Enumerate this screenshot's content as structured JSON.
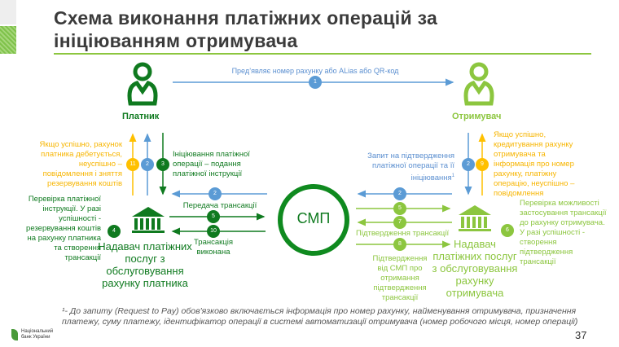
{
  "title": "Схема виконання платіжних операцій за ініціюванням отримувача",
  "actors": {
    "payer": "Платник",
    "receiver": "Отримувач",
    "smp": "СМП"
  },
  "step1": {
    "label": "Пред’являє номер рахунку або ALias або QR-код",
    "num": "1"
  },
  "left": {
    "yellow_text": "Якщо успішно, рахунок платника дебетується, неуспішно – повідомлення і зняття резервування коштів",
    "init_text": "Ініціювання платіжної операції – подання платіжної інструкції",
    "check_text": "Перевірка платіжної інструкції. У разі успішності - резервування коштів на рахунку платника та створення трансакції",
    "bank_label": "Надавач платіжних послуг з обслуговування рахунку платника",
    "transfer_label": "Передача трансакції",
    "done_label": "Трансакція виконана",
    "nums": [
      "11",
      "2",
      "3",
      "2",
      "5",
      "10",
      "4"
    ]
  },
  "right": {
    "request_text": "Запит на підтвердження платіжної операції та її ініціювання",
    "sup": "1",
    "yellow_text": "Якщо успішно, кредитування рахунку отримувача та інформація про номер рахунку, платіжну операцію, неуспішно – повідомлення",
    "check_text": "Перевірка можливості застосування трансакції до рахунку отримувача. У разі успішності - створення підтвердження трансакції",
    "bank_label": "Надавач платіжних послуг з обслуговування рахунку отримувача",
    "confirm_label": "Підтвердження трансакції",
    "smp_confirm": "Підтвердження від СМП про отримання підтвердження трансакції",
    "nums": [
      "2",
      "9",
      "2",
      "5",
      "7",
      "8",
      "6"
    ]
  },
  "footnote": "¹- До запиту (Request to Pay) обов'язково включається інформація про номер рахунку, найменування отримувача, призначення платежу, суму платежу, ідентифікатор операції в системі автоматизації отримувача (номер робочого місця, номер операції)",
  "logo": "Національний банк України",
  "page": "37",
  "colors": {
    "dark_green": "#0f7a1f",
    "light_green": "#8cc63f",
    "blue": "#5b9bd5",
    "yellow": "#ffc000"
  }
}
